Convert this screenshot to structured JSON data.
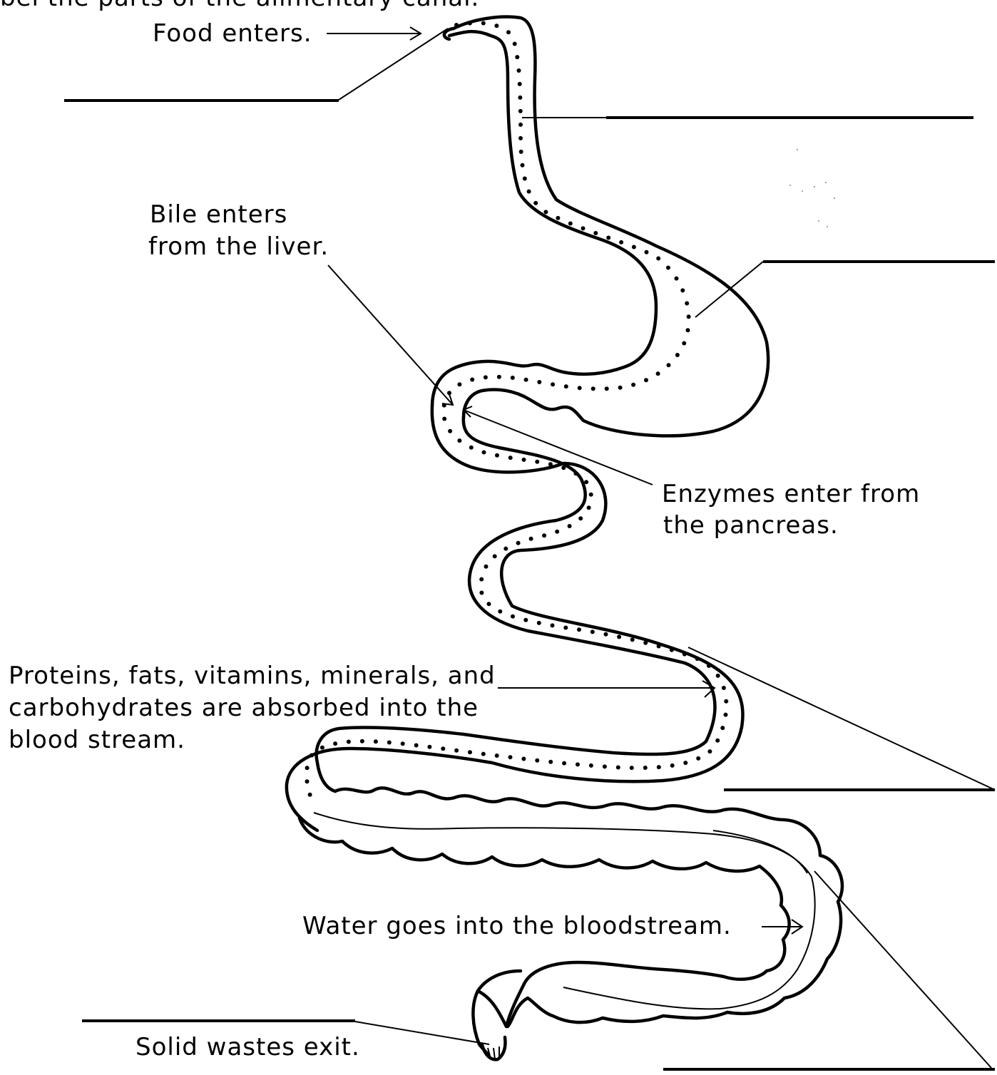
{
  "header": {
    "instruction_partial": "bel the parts of the alimentary canal."
  },
  "labels": {
    "food_enters": "Food enters.",
    "bile_line1": "Bile enters",
    "bile_line2": "from the liver.",
    "enzymes_line1": "Enzymes enter from",
    "enzymes_line2": "the pancreas.",
    "absorb_line1": "Proteins, fats, vitamins, minerals, and",
    "absorb_line2": "carbohydrates are absorbed into the",
    "absorb_line3": "blood stream.",
    "water": "Water goes into the bloodstream.",
    "solid_wastes": "Solid wastes exit."
  },
  "colors": {
    "ink": "#000000",
    "paper": "#ffffff"
  }
}
